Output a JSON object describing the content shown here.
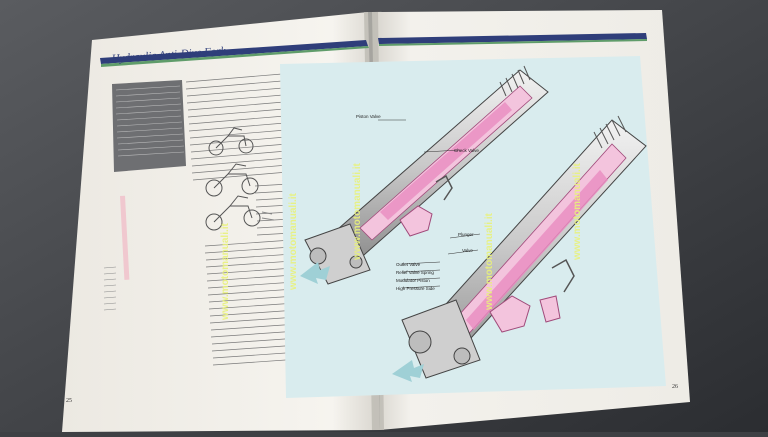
{
  "brochure": {
    "heading": "Hydraulic Anti-Dive Fork",
    "left_page_number": "25",
    "right_page_number": "26"
  },
  "diagram_labels": {
    "piston_valve": "Piston Valve",
    "check_valve": "Check Valve",
    "plunger": "Plunger",
    "valve": "Valve",
    "outlet_valve": "Outlet Valve",
    "relief_valve_spring": "Relief Valve Spring",
    "modulator_piston": "Modulator Piston",
    "high_pressure_side": "High Pressure Side"
  },
  "watermark": {
    "text": "www.motomanuali.it"
  },
  "colors": {
    "background": "#3e4044",
    "paper": "#f4f1ea",
    "diagram_tint": "#d9ecee",
    "header_stripe_blue": "#2f3e7a",
    "header_stripe_green": "#5f9c6a",
    "watermark": "#e9f27a",
    "oil_pink": "#e88cc0"
  }
}
